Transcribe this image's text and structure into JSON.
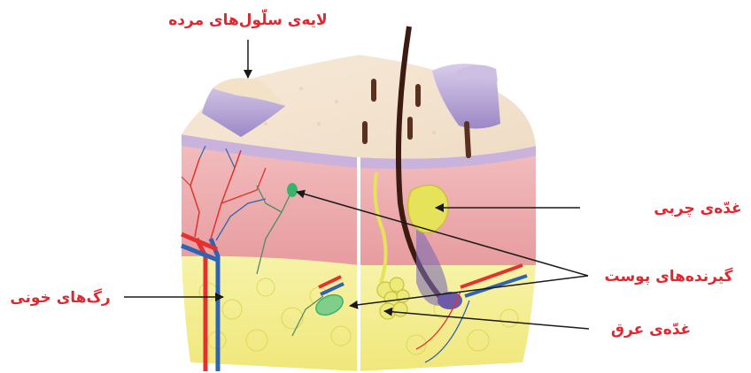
{
  "labels": {
    "dead_cell_layer": "لایه‌ی سلّول‌های مرده",
    "sebaceous_gland": "غدّه‌ی چربی",
    "skin_receptors": "گیرنده‌های پوست",
    "blood_vessels": "رگ‌های خونی",
    "sweat_gland": "غدّه‌ی عرق"
  },
  "colors": {
    "label_text": "#e3262e",
    "arrow": "#1a1a1a",
    "epidermis_top": "#f3e2cf",
    "dead_layer": "#b9a6d6",
    "dermis": "#eaa5a8",
    "fat_layer": "#f4ee8c",
    "artery": "#e2312f",
    "vein": "#2f63b4",
    "gland": "#e6e25a",
    "hair": "#3b1b12",
    "receptor_green": "#3ab36a"
  }
}
